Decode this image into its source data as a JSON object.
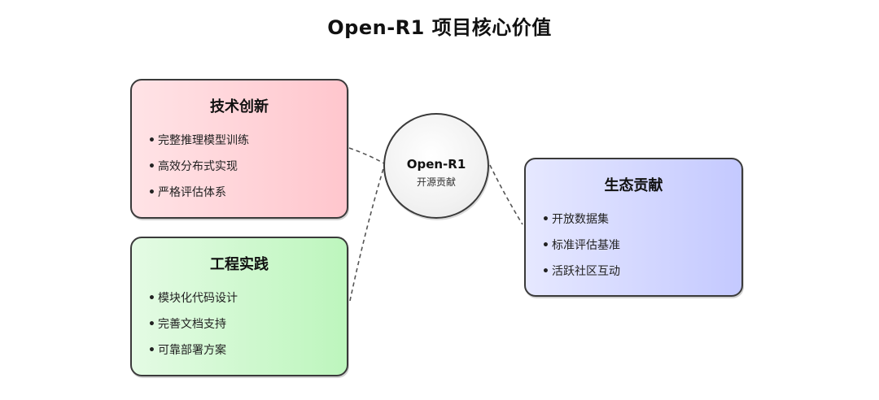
{
  "title": "Open-R1 项目核心价值",
  "hub": {
    "title": "Open-R1",
    "subtitle": "开源贡献"
  },
  "cards": {
    "tech": {
      "title": "技术创新",
      "items": [
        "完整推理模型训练",
        "高效分布式实现",
        "严格评估体系"
      ]
    },
    "eng": {
      "title": "工程实践",
      "items": [
        "模块化代码设计",
        "完善文档支持",
        "可靠部署方案"
      ]
    },
    "eco": {
      "title": "生态贡献",
      "items": [
        "开放数据集",
        "标准评估基准",
        "活跃社区互动"
      ]
    }
  },
  "bullet": "•",
  "colors": {
    "tech_fill": "#ffc6cd",
    "eng_fill": "#bdf6bd",
    "eco_fill": "#c4c9ff",
    "hub_fill": "#f2f2f2",
    "stroke": "#3a3a3a",
    "connector": "#555555"
  }
}
